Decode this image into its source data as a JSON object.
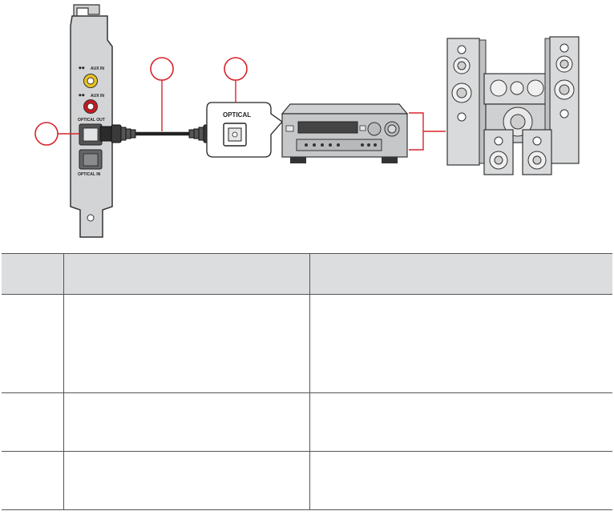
{
  "card": {
    "labels": [
      "AUX IN",
      "AUX IN",
      "OPTICAL OUT",
      "OPTICAL IN"
    ]
  },
  "callout": {
    "label": "OPTICAL"
  },
  "colors": {
    "callout_red": "#d8232a",
    "jack_red": "#c8191f",
    "jack_yellow": "#e8c21e",
    "table_header_bg": "#dcdddf"
  },
  "icons": [
    "optical-port-icon",
    "optical-cable-icon",
    "av-receiver-icon",
    "speaker-system-icon"
  ],
  "table": {
    "columns": [
      "",
      "",
      ""
    ],
    "rows": [
      [
        "",
        "",
        ""
      ],
      [
        "",
        "",
        ""
      ],
      [
        "",
        "",
        ""
      ]
    ]
  }
}
